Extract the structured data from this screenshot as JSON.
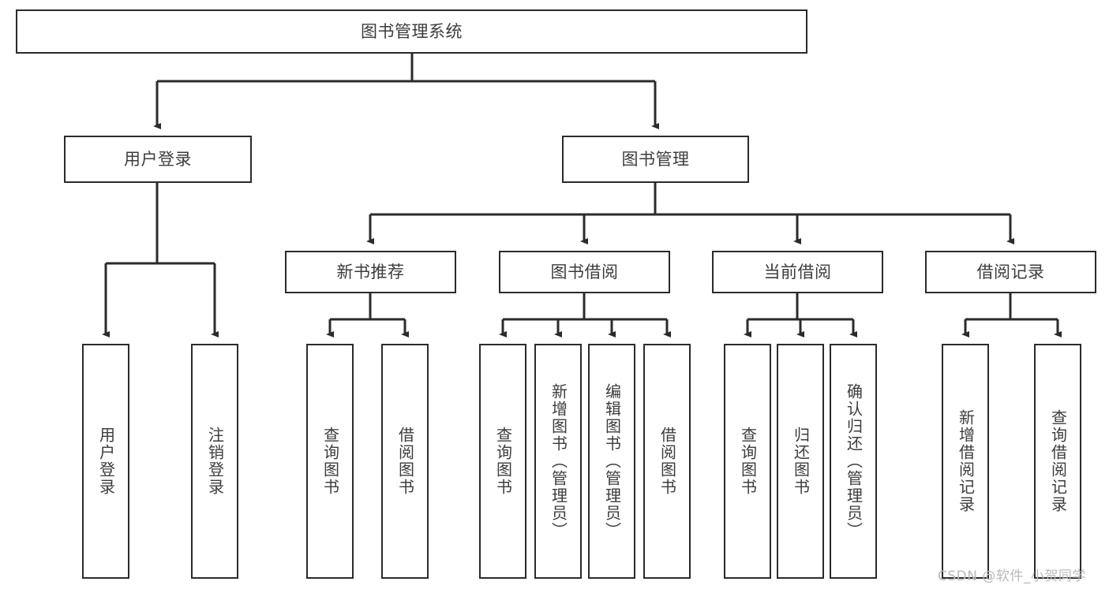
{
  "diagram": {
    "title": "图书管理系统",
    "watermark": "CSDN @软件_小贺同学",
    "colors": {
      "box_border": "#2b2b2b",
      "box_fill": "#ffffff",
      "text": "#3c3c3c",
      "edge": "#2b2b2b",
      "watermark": "#b9b9b9",
      "background": "#ffffff"
    },
    "root": {
      "label": "图书管理系统"
    },
    "level2": [
      {
        "label": "用户登录"
      },
      {
        "label": "图书管理"
      }
    ],
    "level3": [
      {
        "label": "新书推荐"
      },
      {
        "label": "图书借阅"
      },
      {
        "label": "当前借阅"
      },
      {
        "label": "借阅记录"
      }
    ],
    "leaves": {
      "user_login": [
        {
          "label": "用户登录"
        },
        {
          "label": "注销登录"
        }
      ],
      "new_book_recommend": [
        {
          "label": "查询图书"
        },
        {
          "label": "借阅图书"
        }
      ],
      "book_borrow": [
        {
          "label": "查询图书"
        },
        {
          "label": "新增图书（管理员）"
        },
        {
          "label": "编辑图书（管理员）"
        },
        {
          "label": "借阅图书"
        }
      ],
      "current_borrow": [
        {
          "label": "查询图书"
        },
        {
          "label": "归还图书"
        },
        {
          "label": "确认归还（管理员）"
        }
      ],
      "borrow_record": [
        {
          "label": "新增借阅记录"
        },
        {
          "label": "查询借阅记录"
        }
      ]
    }
  }
}
